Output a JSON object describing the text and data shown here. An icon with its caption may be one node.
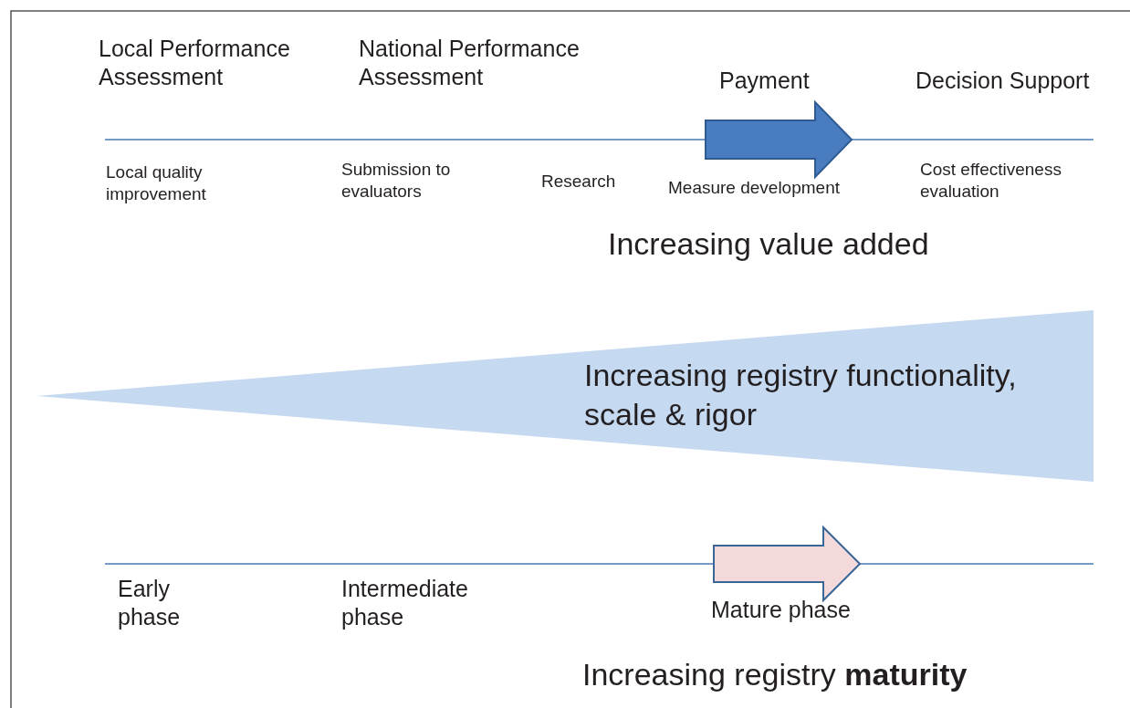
{
  "diagram": {
    "nodes": [
      {
        "text": [
          "Increasing registry functionality, scale & rigor"
        ]
      }
    ],
    "labels": [
      "Local Performance Assessment",
      "National Performance Assessment",
      "Payment",
      "Decision Support",
      "Local quality improvement",
      "Submission to evaluators",
      "Research",
      "Measure development",
      "Cost effectiveness evaluation",
      "Increasing value added",
      "Early phase",
      "Intermediate phase",
      "Mature phase",
      "Increasing registry **maturity**"
    ]
  }
}
